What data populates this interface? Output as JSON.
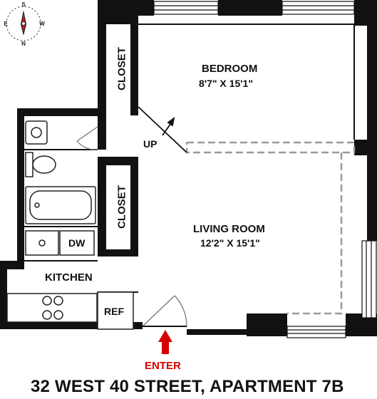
{
  "plan": {
    "title": "32 WEST 40 STREET, APARTMENT 7B",
    "compass": {
      "north": "N",
      "south": "S",
      "east": "E",
      "west": "W"
    },
    "rooms": {
      "bedroom": {
        "name": "BEDROOM",
        "dimensions": "8'7\" X 15'1\""
      },
      "living_room": {
        "name": "LIVING ROOM",
        "dimensions": "12'2\" X 15'1\""
      },
      "kitchen": {
        "name": "KITCHEN"
      },
      "closet_top": {
        "name": "CLOSET"
      },
      "closet_bottom": {
        "name": "CLOSET"
      }
    },
    "fixtures": {
      "dishwasher": "DW",
      "refrigerator": "REF"
    },
    "annotations": {
      "up": "UP",
      "entry": "ENTER"
    },
    "colors": {
      "wall": "#111111",
      "entry_arrow": "#d40000",
      "dashed_line": "#999999",
      "compass_needle": "#c41a1a"
    }
  }
}
